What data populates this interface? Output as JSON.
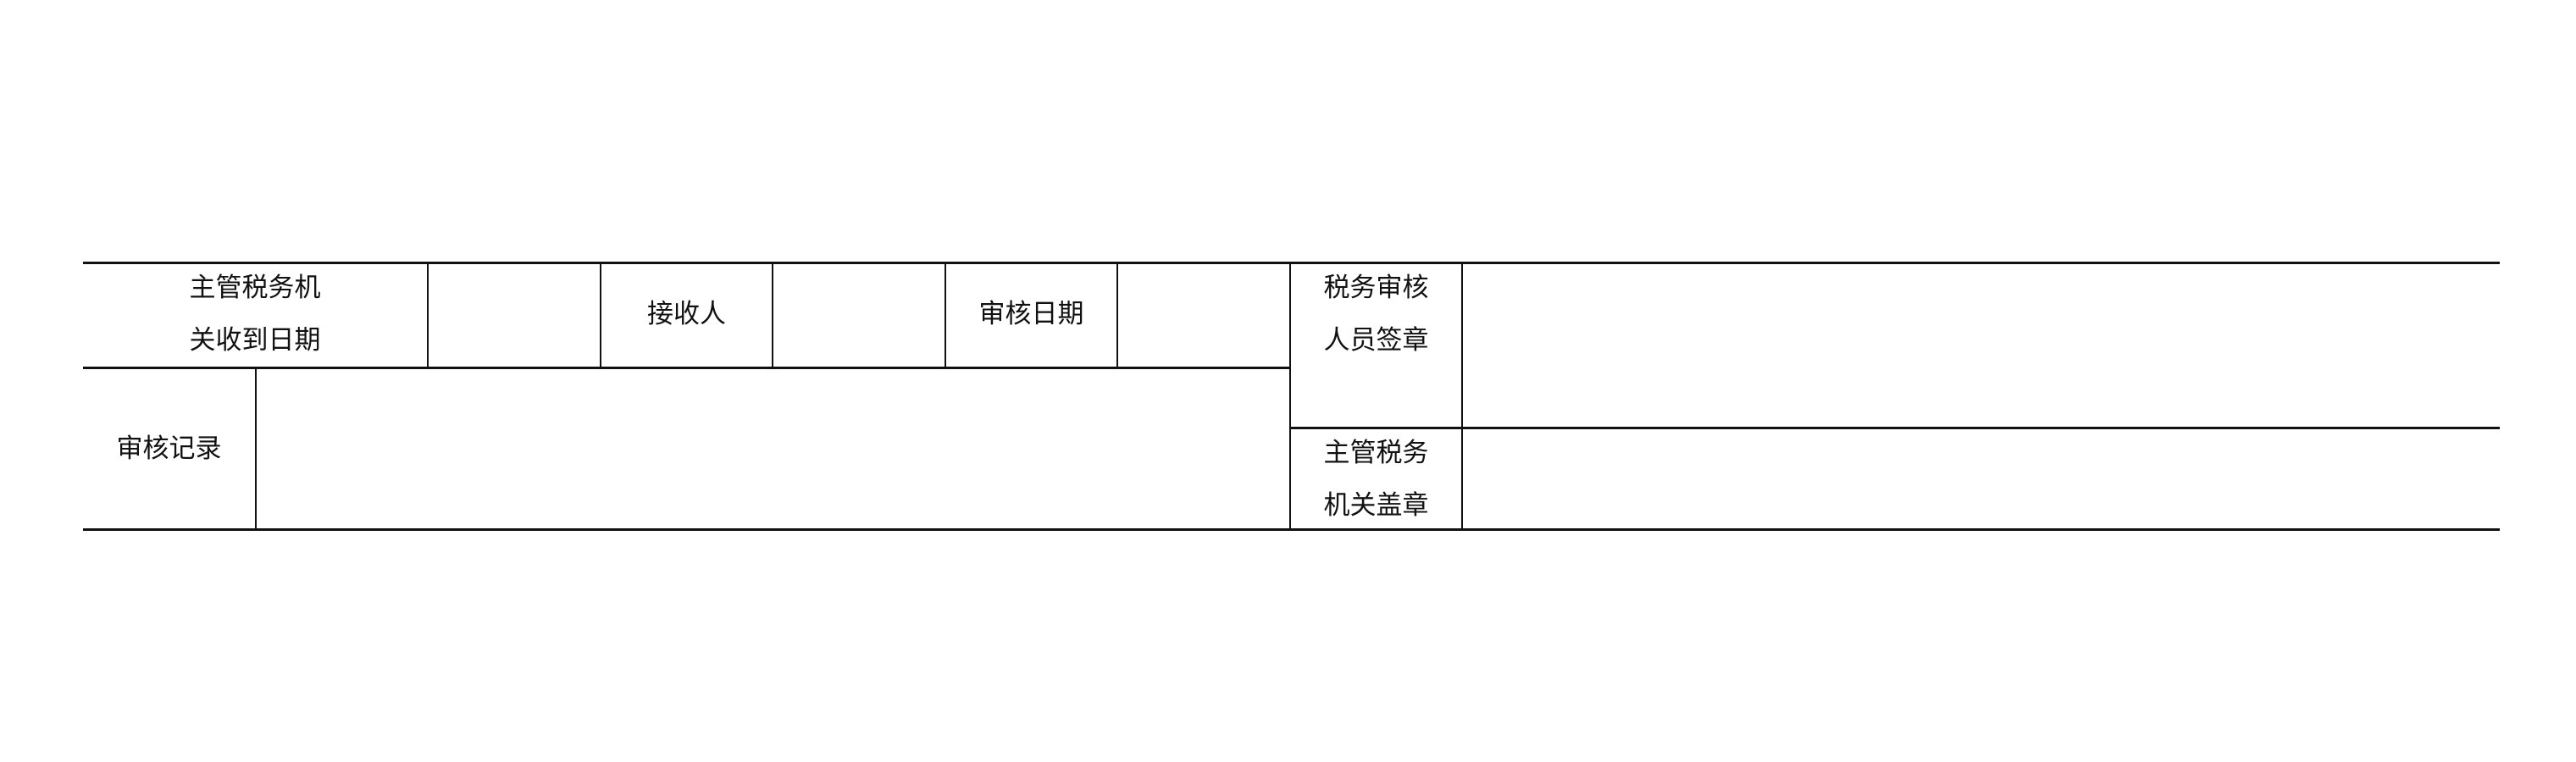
{
  "form": {
    "receive_date": {
      "line1": "主管税务机",
      "line2": "关收到日期"
    },
    "receiver": "接收人",
    "review_date": "审核日期",
    "review_record": "审核记录",
    "tax_reviewer_seal": {
      "line1": "税务审核",
      "line2": "人员签章"
    },
    "tax_authority_seal": {
      "line1": "主管税务",
      "line2": "机关盖章"
    }
  }
}
